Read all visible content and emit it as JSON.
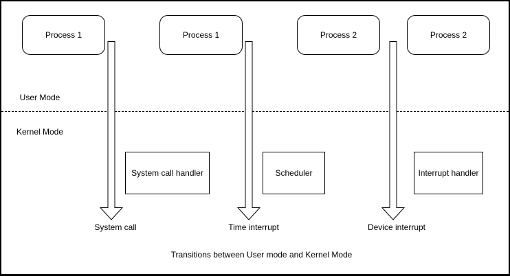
{
  "diagram": {
    "caption": "Transitions between User mode and Kernel Mode",
    "modes": {
      "user": "User Mode",
      "kernel": "Kernel Mode"
    },
    "process_boxes": [
      "Process 1",
      "Process 1",
      "Process 2",
      "Process 2"
    ],
    "kernel_boxes": [
      "System call handler",
      "Scheduler",
      "Interrupt handler"
    ],
    "arrow_labels": [
      "System call",
      "Time interrupt",
      "Device interrupt"
    ],
    "colors": {
      "stroke": "#000000",
      "background": "#ffffff"
    }
  }
}
